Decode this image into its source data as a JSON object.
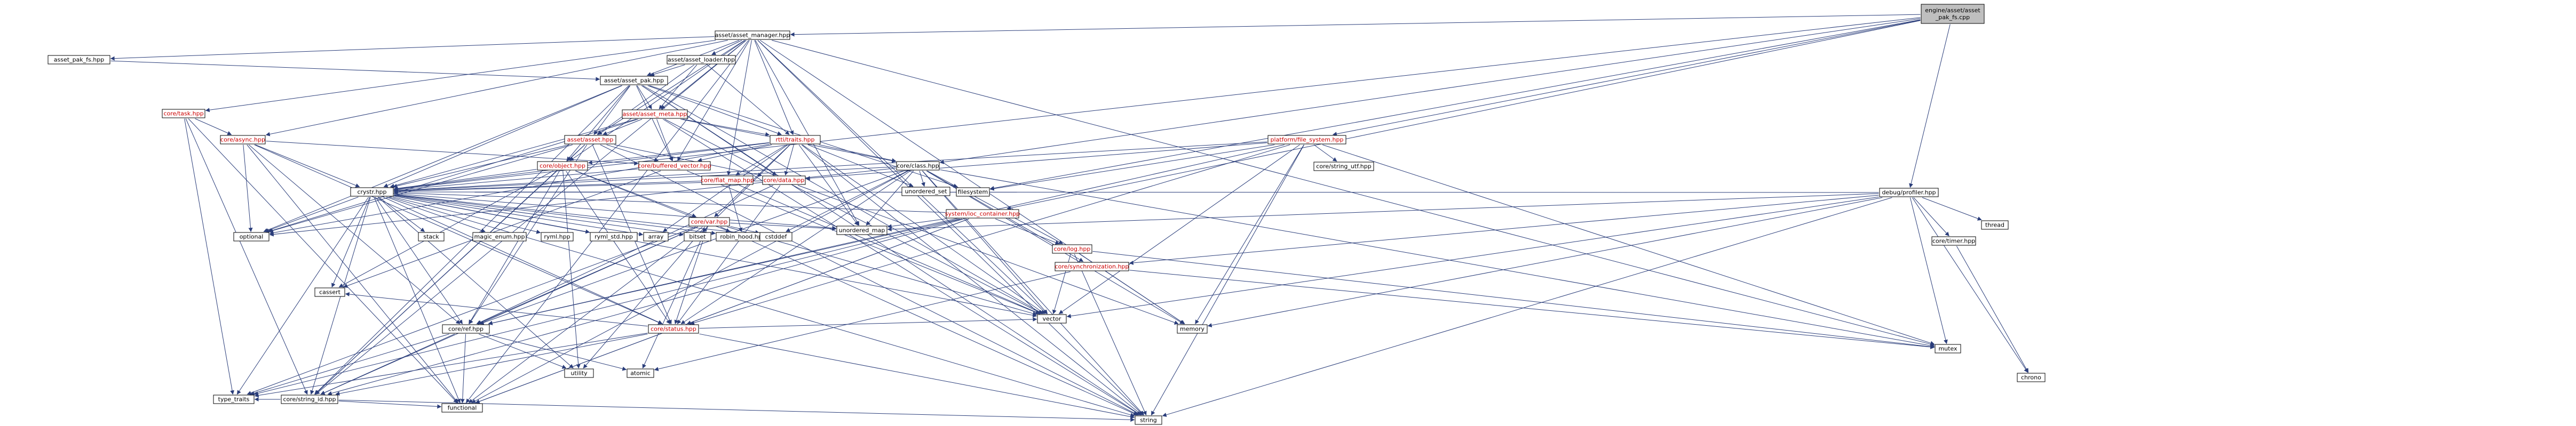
{
  "colors": {
    "edge": "#2a3d7a",
    "root_fill": "#bfbfbf",
    "node_fill": "#ffffff",
    "local_text": "#000000",
    "linked_text": "#cc0000",
    "plain_text": "#000000"
  },
  "nodes": [
    {
      "id": "root",
      "label": "engine/asset/asset\n_pak_fs.cpp",
      "style": "root"
    },
    {
      "id": "am",
      "label": "asset/asset_manager.hpp",
      "style": "local"
    },
    {
      "id": "apfs",
      "label": "asset_pak_fs.hpp",
      "style": "local"
    },
    {
      "id": "al",
      "label": "asset/asset_loader.hpp",
      "style": "local"
    },
    {
      "id": "ap",
      "label": "asset/asset_pak.hpp",
      "style": "local"
    },
    {
      "id": "task",
      "label": "core/task.hpp",
      "style": "linked"
    },
    {
      "id": "ameta",
      "label": "asset/asset_meta.hpp",
      "style": "linked"
    },
    {
      "id": "async",
      "label": "core/async.hpp",
      "style": "linked"
    },
    {
      "id": "rtraits",
      "label": "rtti/traits.hpp",
      "style": "linked"
    },
    {
      "id": "pfs",
      "label": "platform/file_system.hpp",
      "style": "linked"
    },
    {
      "id": "asset",
      "label": "asset/asset.hpp",
      "style": "linked"
    },
    {
      "id": "sid",
      "label": "core/string_id.hpp",
      "style": "plain"
    },
    {
      "id": "object",
      "label": "core/object.hpp",
      "style": "linked"
    },
    {
      "id": "buf",
      "label": "core/buffered_vector.hpp",
      "style": "linked"
    },
    {
      "id": "flat",
      "label": "core/flat_map.hpp",
      "style": "linked"
    },
    {
      "id": "data",
      "label": "core/data.hpp",
      "style": "linked"
    },
    {
      "id": "class",
      "label": "core/class.hpp",
      "style": "local"
    },
    {
      "id": "strutf",
      "label": "core/string_utf.hpp",
      "style": "local"
    },
    {
      "id": "profiler",
      "label": "debug/profiler.hpp",
      "style": "local"
    },
    {
      "id": "ioc",
      "label": "system/ioc_container.hpp",
      "style": "linked"
    },
    {
      "id": "crystr",
      "label": "crystr.hpp",
      "style": "local"
    },
    {
      "id": "var",
      "label": "core/var.hpp",
      "style": "linked"
    },
    {
      "id": "log",
      "label": "core/log.hpp",
      "style": "linked"
    },
    {
      "id": "sync",
      "label": "core/synchronization.hpp",
      "style": "linked"
    },
    {
      "id": "timer",
      "label": "core/timer.hpp",
      "style": "local"
    },
    {
      "id": "ref",
      "label": "core/ref.hpp",
      "style": "local"
    },
    {
      "id": "status",
      "label": "core/status.hpp",
      "style": "linked"
    },
    {
      "id": "uset",
      "label": "unordered_set",
      "style": "plain"
    },
    {
      "id": "fs",
      "label": "filesystem",
      "style": "plain"
    },
    {
      "id": "umap",
      "label": "unordered_map",
      "style": "plain"
    },
    {
      "id": "optional",
      "label": "optional",
      "style": "plain"
    },
    {
      "id": "stack",
      "label": "stack",
      "style": "plain"
    },
    {
      "id": "magic",
      "label": "magic_enum.hpp",
      "style": "plain"
    },
    {
      "id": "ryml",
      "label": "ryml.hpp",
      "style": "plain"
    },
    {
      "id": "rymlstd",
      "label": "ryml_std.hpp",
      "style": "plain"
    },
    {
      "id": "array",
      "label": "array",
      "style": "plain"
    },
    {
      "id": "bitset",
      "label": "bitset",
      "style": "plain"
    },
    {
      "id": "robin",
      "label": "robin_hood.hpp",
      "style": "plain"
    },
    {
      "id": "cstddef",
      "label": "cstddef",
      "style": "plain"
    },
    {
      "id": "thread",
      "label": "thread",
      "style": "plain"
    },
    {
      "id": "cassert",
      "label": "cassert",
      "style": "plain"
    },
    {
      "id": "utility",
      "label": "utility",
      "style": "plain"
    },
    {
      "id": "atomic",
      "label": "atomic",
      "style": "plain"
    },
    {
      "id": "vector",
      "label": "vector",
      "style": "plain"
    },
    {
      "id": "memory",
      "label": "memory",
      "style": "plain"
    },
    {
      "id": "mutex",
      "label": "mutex",
      "style": "plain"
    },
    {
      "id": "chrono",
      "label": "chrono",
      "style": "plain"
    },
    {
      "id": "ttraits",
      "label": "type_traits",
      "style": "plain"
    },
    {
      "id": "functional",
      "label": "functional",
      "style": "plain"
    },
    {
      "id": "string",
      "label": "string",
      "style": "plain"
    }
  ],
  "edges": [
    [
      "root",
      "am"
    ],
    [
      "root",
      "pfs"
    ],
    [
      "root",
      "profiler"
    ],
    [
      "root",
      "crystr"
    ],
    [
      "root",
      "class"
    ],
    [
      "root",
      "ioc"
    ],
    [
      "root",
      "fs"
    ],
    [
      "am",
      "apfs"
    ],
    [
      "am",
      "al"
    ],
    [
      "am",
      "ap"
    ],
    [
      "am",
      "task"
    ],
    [
      "am",
      "ameta"
    ],
    [
      "am",
      "async"
    ],
    [
      "am",
      "rtraits"
    ],
    [
      "am",
      "asset"
    ],
    [
      "am",
      "object"
    ],
    [
      "am",
      "flat"
    ],
    [
      "am",
      "buf"
    ],
    [
      "am",
      "sid"
    ],
    [
      "am",
      "mutex"
    ],
    [
      "am",
      "string"
    ],
    [
      "am",
      "memory"
    ],
    [
      "am",
      "functional"
    ],
    [
      "am",
      "umap"
    ],
    [
      "am",
      "vector"
    ],
    [
      "apfs",
      "ap"
    ],
    [
      "al",
      "ap"
    ],
    [
      "al",
      "ameta"
    ],
    [
      "al",
      "asset"
    ],
    [
      "al",
      "rtraits"
    ],
    [
      "ap",
      "ameta"
    ],
    [
      "ap",
      "asset"
    ],
    [
      "ap",
      "rtraits"
    ],
    [
      "ap",
      "object"
    ],
    [
      "ap",
      "buf"
    ],
    [
      "ap",
      "data"
    ],
    [
      "ap",
      "crystr"
    ],
    [
      "ap",
      "vector"
    ],
    [
      "ap",
      "string"
    ],
    [
      "ap",
      "optional"
    ],
    [
      "ap",
      "fs"
    ],
    [
      "ap",
      "sid"
    ],
    [
      "task",
      "async"
    ],
    [
      "task",
      "sid"
    ],
    [
      "task",
      "functional"
    ],
    [
      "task",
      "ttraits"
    ],
    [
      "ameta",
      "asset"
    ],
    [
      "ameta",
      "rtraits"
    ],
    [
      "ameta",
      "buf"
    ],
    [
      "ameta",
      "class"
    ],
    [
      "ameta",
      "optional"
    ],
    [
      "ameta",
      "crystr"
    ],
    [
      "ameta",
      "string"
    ],
    [
      "ameta",
      "vector"
    ],
    [
      "async",
      "buf"
    ],
    [
      "async",
      "crystr"
    ],
    [
      "async",
      "status"
    ],
    [
      "async",
      "ref"
    ],
    [
      "async",
      "optional"
    ],
    [
      "async",
      "functional"
    ],
    [
      "rtraits",
      "buf"
    ],
    [
      "rtraits",
      "flat"
    ],
    [
      "rtraits",
      "data"
    ],
    [
      "rtraits",
      "class"
    ],
    [
      "rtraits",
      "crystr"
    ],
    [
      "rtraits",
      "var"
    ],
    [
      "rtraits",
      "object"
    ],
    [
      "rtraits",
      "uset"
    ],
    [
      "rtraits",
      "umap"
    ],
    [
      "rtraits",
      "vector"
    ],
    [
      "rtraits",
      "string"
    ],
    [
      "rtraits",
      "array"
    ],
    [
      "rtraits",
      "bitset"
    ],
    [
      "rtraits",
      "optional"
    ],
    [
      "pfs",
      "strutf"
    ],
    [
      "pfs",
      "status"
    ],
    [
      "pfs",
      "ref"
    ],
    [
      "pfs",
      "crystr"
    ],
    [
      "pfs",
      "fs"
    ],
    [
      "pfs",
      "vector"
    ],
    [
      "pfs",
      "memory"
    ],
    [
      "pfs",
      "string"
    ],
    [
      "pfs",
      "mutex"
    ],
    [
      "pfs",
      "data"
    ],
    [
      "asset",
      "object"
    ],
    [
      "asset",
      "buf"
    ],
    [
      "asset",
      "data"
    ],
    [
      "asset",
      "ref"
    ],
    [
      "asset",
      "status"
    ],
    [
      "asset",
      "sid"
    ],
    [
      "asset",
      "crystr"
    ],
    [
      "asset",
      "string"
    ],
    [
      "asset",
      "optional"
    ],
    [
      "object",
      "crystr"
    ],
    [
      "object",
      "ref"
    ],
    [
      "object",
      "status"
    ],
    [
      "object",
      "sid"
    ],
    [
      "object",
      "var"
    ],
    [
      "object",
      "robin"
    ],
    [
      "object",
      "utility"
    ],
    [
      "object",
      "cassert"
    ],
    [
      "buf",
      "crystr"
    ],
    [
      "buf",
      "vector"
    ],
    [
      "buf",
      "cassert"
    ],
    [
      "flat",
      "crystr"
    ],
    [
      "flat",
      "robin"
    ],
    [
      "flat",
      "vector"
    ],
    [
      "data",
      "crystr"
    ],
    [
      "data",
      "ref"
    ],
    [
      "data",
      "status"
    ],
    [
      "data",
      "memory"
    ],
    [
      "class",
      "crystr"
    ],
    [
      "class",
      "ref"
    ],
    [
      "class",
      "status"
    ],
    [
      "class",
      "umap"
    ],
    [
      "class",
      "uset"
    ],
    [
      "class",
      "cstddef"
    ],
    [
      "class",
      "vector"
    ],
    [
      "class",
      "string"
    ],
    [
      "class",
      "log"
    ],
    [
      "class",
      "sync"
    ],
    [
      "class",
      "memory"
    ],
    [
      "class",
      "optional"
    ],
    [
      "class",
      "functional"
    ],
    [
      "class",
      "mutex"
    ],
    [
      "profiler",
      "crystr"
    ],
    [
      "profiler",
      "timer"
    ],
    [
      "profiler",
      "sync"
    ],
    [
      "profiler",
      "thread"
    ],
    [
      "profiler",
      "mutex"
    ],
    [
      "profiler",
      "memory"
    ],
    [
      "profiler",
      "string"
    ],
    [
      "profiler",
      "vector"
    ],
    [
      "profiler",
      "umap"
    ],
    [
      "profiler",
      "chrono"
    ],
    [
      "ioc",
      "crystr"
    ],
    [
      "ioc",
      "ref"
    ],
    [
      "ioc",
      "status"
    ],
    [
      "ioc",
      "log"
    ],
    [
      "ioc",
      "umap"
    ],
    [
      "ioc",
      "sid"
    ],
    [
      "ioc",
      "ttraits"
    ],
    [
      "ioc",
      "functional"
    ],
    [
      "crystr",
      "sid"
    ],
    [
      "crystr",
      "ref"
    ],
    [
      "crystr",
      "status"
    ],
    [
      "crystr",
      "optional"
    ],
    [
      "crystr",
      "stack"
    ],
    [
      "crystr",
      "magic"
    ],
    [
      "crystr",
      "ryml"
    ],
    [
      "crystr",
      "rymlstd"
    ],
    [
      "crystr",
      "array"
    ],
    [
      "crystr",
      "bitset"
    ],
    [
      "crystr",
      "robin"
    ],
    [
      "crystr",
      "cstddef"
    ],
    [
      "crystr",
      "umap"
    ],
    [
      "crystr",
      "cassert"
    ],
    [
      "crystr",
      "vector"
    ],
    [
      "crystr",
      "string"
    ],
    [
      "crystr",
      "functional"
    ],
    [
      "crystr",
      "utility"
    ],
    [
      "crystr",
      "ttraits"
    ],
    [
      "var",
      "ref"
    ],
    [
      "var",
      "status"
    ],
    [
      "var",
      "sid"
    ],
    [
      "var",
      "cstddef"
    ],
    [
      "var",
      "umap"
    ],
    [
      "var",
      "string"
    ],
    [
      "var",
      "vector"
    ],
    [
      "var",
      "utility"
    ],
    [
      "var",
      "atomic"
    ],
    [
      "var",
      "functional"
    ],
    [
      "var",
      "ttraits"
    ],
    [
      "log",
      "vector"
    ],
    [
      "log",
      "string"
    ],
    [
      "log",
      "memory"
    ],
    [
      "log",
      "mutex"
    ],
    [
      "sync",
      "atomic"
    ],
    [
      "sync",
      "mutex"
    ],
    [
      "timer",
      "chrono"
    ],
    [
      "ref",
      "sid"
    ],
    [
      "ref",
      "atomic"
    ],
    [
      "ref",
      "functional"
    ],
    [
      "ref",
      "utility"
    ],
    [
      "ref",
      "ttraits"
    ],
    [
      "status",
      "sid"
    ],
    [
      "status",
      "string"
    ],
    [
      "status",
      "functional"
    ],
    [
      "status",
      "cassert"
    ],
    [
      "status",
      "vector"
    ],
    [
      "status",
      "ttraits"
    ],
    [
      "sid",
      "string"
    ],
    [
      "sid",
      "functional"
    ],
    [
      "sid",
      "ttraits"
    ]
  ]
}
